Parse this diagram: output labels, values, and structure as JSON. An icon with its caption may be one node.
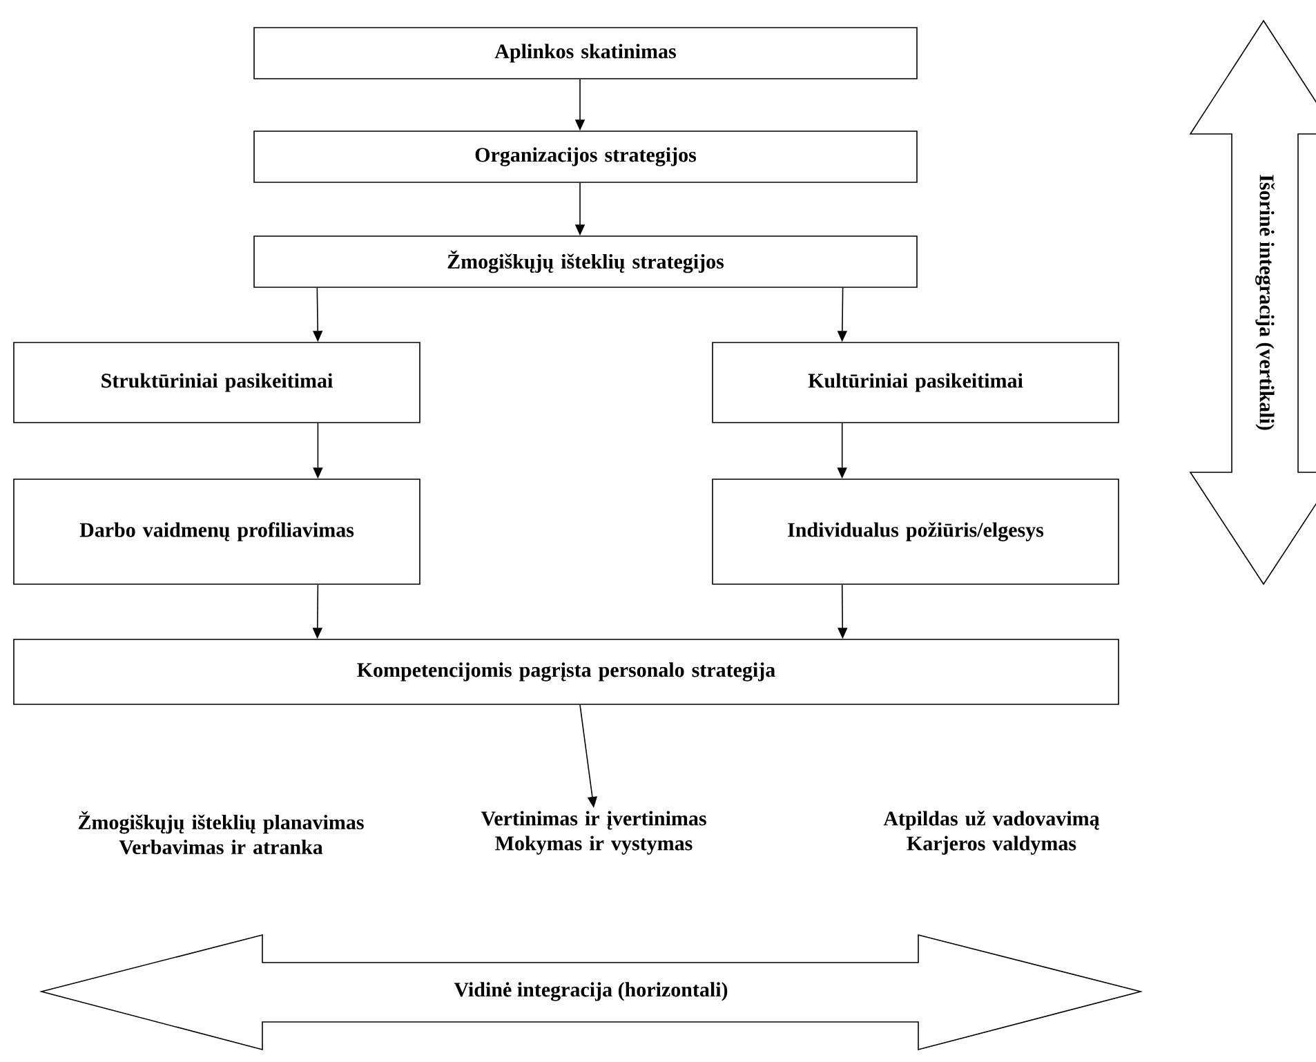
{
  "diagram": {
    "nodes": [
      {
        "text": [
          "Aplinkos skatinimas"
        ]
      },
      {
        "text": [
          "Organizacijos strategijos"
        ]
      },
      {
        "text": [
          "Žmogiškųjų išteklių strategijos"
        ]
      },
      {
        "text": [
          "Struktūriniai pasikeitimai"
        ]
      },
      {
        "text": [
          "Kultūriniai pasikeitimai"
        ]
      },
      {
        "text": [
          "Darbo vaidmenų profiliavimas"
        ]
      },
      {
        "text": [
          "Individualus požiūris/elgesys"
        ]
      },
      {
        "text": [
          "Kompetencijomis pagrįsta personalo strategija"
        ]
      },
      {
        "text": [
          "Žmogiškųjų išteklių planavimas",
          "Verbavimas ir atranka"
        ]
      },
      {
        "text": [
          "Vertinimas ir įvertinimas",
          "Mokymas ir vystymas"
        ]
      },
      {
        "text": [
          "Atpildas už vadovavimą",
          "Karjeros valdymas"
        ]
      },
      {
        "text": [
          "Išorinė integracija (vertikali)"
        ]
      },
      {
        "text": [
          "Vidinė integracija (horizontali)"
        ]
      }
    ],
    "edges": [
      {
        "from": 0,
        "to": 1,
        "arrow": "to"
      },
      {
        "from": 1,
        "to": 2,
        "arrow": "to"
      },
      {
        "from": 2,
        "to": 3,
        "arrow": "to"
      },
      {
        "from": 2,
        "to": 4,
        "arrow": "to"
      },
      {
        "from": 3,
        "to": 5,
        "arrow": "to"
      },
      {
        "from": 4,
        "to": 6,
        "arrow": "to"
      },
      {
        "from": 5,
        "to": 7,
        "arrow": "to"
      },
      {
        "from": 6,
        "to": 7,
        "arrow": "to"
      },
      {
        "from": 7,
        "to": 9,
        "arrow": "to"
      }
    ]
  }
}
